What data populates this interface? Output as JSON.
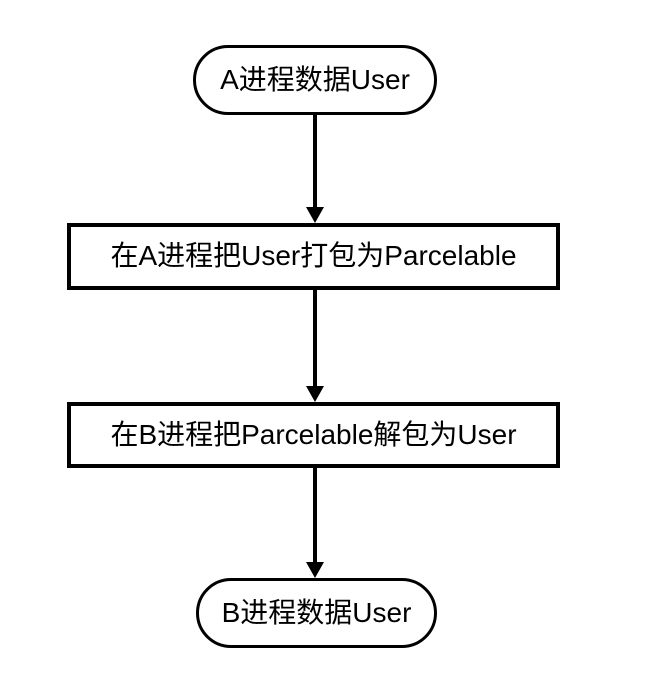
{
  "diagram": {
    "type": "flowchart",
    "direction": "top-down",
    "colors": {
      "stroke": "#000000",
      "node_fill": "#ffffff",
      "text": "#000000",
      "background": "#ffffff"
    },
    "nodes": [
      {
        "id": "a-process-data",
        "shape": "stadium",
        "label": "A进程数据User"
      },
      {
        "id": "pack-step",
        "shape": "rectangle",
        "label": "在A进程把User打包为Parcelable"
      },
      {
        "id": "unpack-step",
        "shape": "rectangle",
        "label": "在B进程把Parcelable解包为User"
      },
      {
        "id": "b-process-data",
        "shape": "stadium",
        "label": "B进程数据User"
      }
    ],
    "edges": [
      {
        "from": "a-process-data",
        "to": "pack-step",
        "direction": "down"
      },
      {
        "from": "pack-step",
        "to": "unpack-step",
        "direction": "down"
      },
      {
        "from": "unpack-step",
        "to": "b-process-data",
        "direction": "down"
      }
    ]
  }
}
